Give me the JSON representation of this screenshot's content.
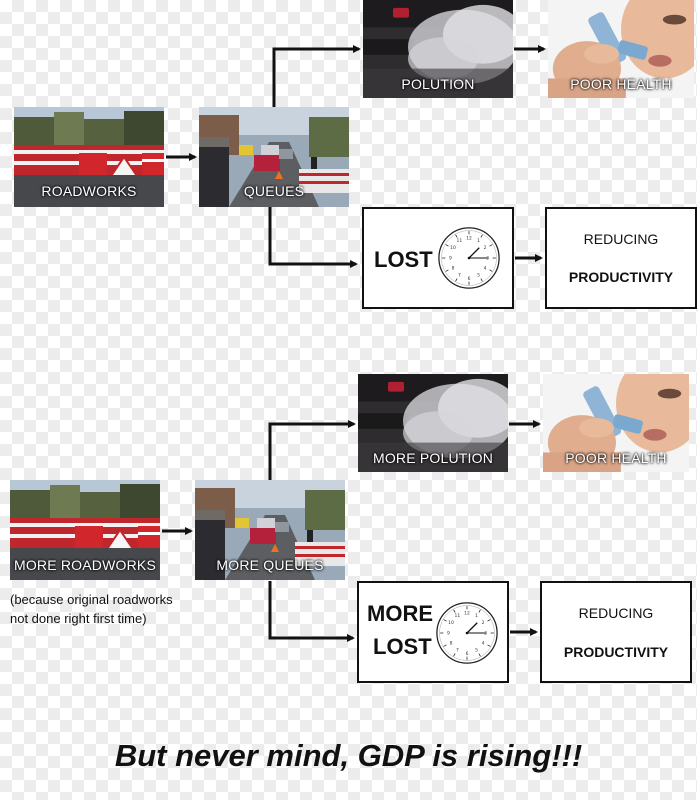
{
  "top": {
    "roadworks_label": "ROADWORKS",
    "queues_label": "QUEUES",
    "pollution_label": "POLUTION",
    "health_label": "POOR HEALTH",
    "lost_label": "LOST",
    "reducing_label": "REDUCING",
    "productivity_label": "PRODUCTIVITY"
  },
  "bottom": {
    "roadworks_label": "MORE ROADWORKS",
    "queues_label": "MORE QUEUES",
    "pollution_label": "MORE POLUTION",
    "health_label": "POOR HEALTH",
    "lost_label_1": "MORE",
    "lost_label_2": "LOST",
    "reducing_label": "REDUCING",
    "productivity_label": "PRODUCTIVITY",
    "note": "(because original roadworks not done right first time)"
  },
  "tagline": "But never mind, GDP is rising!!!"
}
